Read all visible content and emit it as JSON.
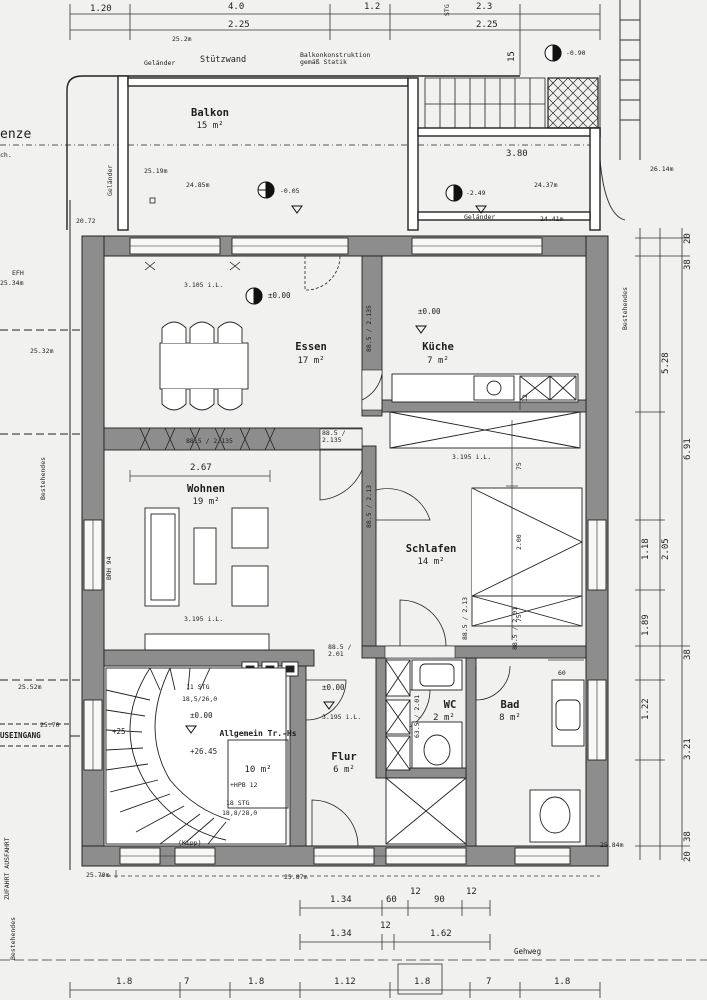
{
  "rooms": {
    "balkon": {
      "name": "Balkon",
      "area": "15 m²"
    },
    "essen": {
      "name": "Essen",
      "area": "17 m²"
    },
    "kueche": {
      "name": "Küche",
      "area": "7 m²"
    },
    "wohnen": {
      "name": "Wohnen",
      "area": "19 m²"
    },
    "schlafen": {
      "name": "Schlafen",
      "area": "14 m²"
    },
    "bad": {
      "name": "Bad",
      "area": "8 m²"
    },
    "wc": {
      "name": "WC",
      "area": "2 m²"
    },
    "flur": {
      "name": "Flur",
      "area": "6 m²"
    },
    "treppenhaus": {
      "name": "Allgemein Tr.-Hs",
      "area": "10 m²"
    }
  },
  "labels": {
    "stuetzwand": "Stützwand",
    "gelaender_top": "Geländer",
    "gelaender_right": "Geländer",
    "gelaender_left": "Geländer",
    "balkonkonstruktion": "Balkonkonstruktion gemäß Statik",
    "grenze": "enze",
    "grenze_sub": "ch.",
    "efh": "EFH",
    "bestehendes": "Bestehendes",
    "hauseingang": "USEINGANG",
    "zufahrt": "ZUFAHRT AUSFAHRT",
    "gehweg": "Gehweg",
    "kipp": "(Kipp)",
    "stg11": "11 STG",
    "stg11_ratio": "18,5/26,0",
    "stg18": "18 STG",
    "stg18_ratio": "18,8/28,0",
    "hpb": "+HPB 12",
    "li_essen": "3.105 i.L.",
    "li_schlafen": "3.195 i.L.",
    "li_wohnen": "3.195 i.L.",
    "li_flur": "3.195 i.L."
  },
  "levels": {
    "balkon_pt": "25.19m",
    "balkon_pt2": "24.85m",
    "balkon_pt3": "-0.05",
    "terrasse": "-2.49",
    "terrasse_pt": "24.37m",
    "terrasse_pt2": "24.41m",
    "top_pt": "25.2m",
    "top_right": "-0.90",
    "right_pt": "26.14m",
    "essen": "±0.00",
    "kueche": "±0.00",
    "flur": "±0.00",
    "tr_hs": "±0.00",
    "tr_plus25": "+25",
    "tr_plus2645": "+26.45",
    "efh_val": "25.34m",
    "left_pt1": "25.32m",
    "left_pt2": "25.52m",
    "left_pt3": "25.70",
    "bottom1": "25.70m",
    "bottom2": "25.87m",
    "bottom3": "25.84m"
  },
  "dims": {
    "top": [
      "1.20",
      "4.0",
      "2.25",
      "1.2",
      "2.3",
      "STG",
      "2.25",
      "15"
    ],
    "balkon_38": "3.80",
    "sill_2072": "20.72",
    "essen_door": "88.5 / 2.135",
    "essen_bottom": "88.5 / 2.135",
    "kueche_door": "88.5 / 2.135",
    "wohnen_267": "2.67",
    "bb_88_5": "88.5 / 2.13",
    "wohnen_brh": "BRH 94",
    "schlafen_door": "88.5 / 2.13",
    "bad_door": "88.5 / 2.01",
    "flur_door": "88.5 / 2.01",
    "wc_door": "63.5 / 2.01",
    "kueche_12": "12",
    "schlafen_75a": "75",
    "schlafen_200": "2.00",
    "schlafen_75b": "75",
    "bad_60": "60",
    "right": [
      "38",
      "20",
      "5.28",
      "6.91",
      "1.18",
      "2.05",
      "1.89",
      "38",
      "1.22",
      "3.21",
      "20",
      "38"
    ],
    "bottom_row1": [
      "1.34",
      "60",
      "12",
      "90",
      "12"
    ],
    "bottom_row2": [
      "1.34",
      "12",
      "1.62"
    ],
    "bottom_row3": [
      "1.8",
      "7",
      "1.8",
      "1.12",
      "1.8",
      "7",
      "1.8"
    ]
  },
  "colors": {
    "wall": "#8d8d8d",
    "line": "#262626",
    "paper": "#f1f1ef"
  }
}
